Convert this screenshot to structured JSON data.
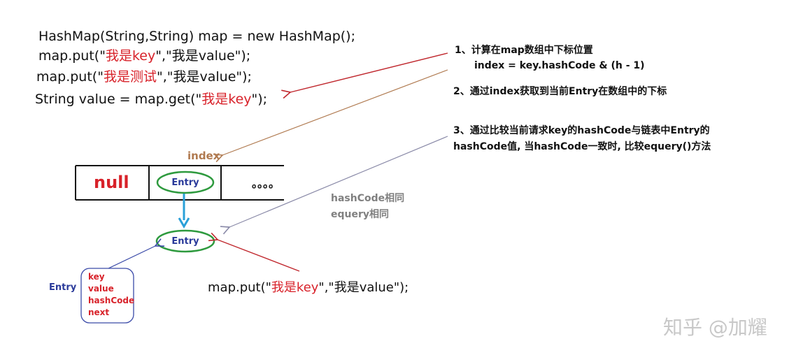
{
  "code": {
    "line1": "HashMap(String,String) map = new HashMap();",
    "line2": {
      "pre": "map.put(\"",
      "key": "我是key",
      "post": "\",\"我是value\");"
    },
    "line3": {
      "pre": "map.put(\"",
      "key": "我是测试",
      "post": "\",\"我是value\");"
    },
    "line4": {
      "pre": "String value = map.get(\"",
      "key": "我是key",
      "post": "\");"
    }
  },
  "notes": {
    "step1_title": "1、计算在map数组中下标位置",
    "step1_formula": "index = key.hashCode & (h - 1)",
    "step2": "2、通过index获取到当前Entry在数组中的下标",
    "step3_line1": "3、通过比较当前请求key的hashCode与链表中Entry的",
    "step3_line2": "hashCode值, 当hashCode一致时, 比较equery()方法"
  },
  "array": {
    "index_label": "index",
    "cell_null": "null",
    "cell_entry": "Entry",
    "cell_dots": "。。。。"
  },
  "chain": {
    "entry_label": "Entry",
    "match_line1": "hashCode相同",
    "match_line2": "equery相同"
  },
  "entry_struct": {
    "label": "Entry",
    "fields": [
      "key",
      "value",
      "hashCode",
      "next"
    ]
  },
  "bottom_code": {
    "pre": "map.put(\"",
    "key": "我是key",
    "post": "\",\"我是value\");"
  },
  "watermark": "知乎 @加耀",
  "colors": {
    "red_arrow": "#c0282e",
    "gray_arrow": "#8a8aa8",
    "brown_arrow": "#b07a50",
    "blue_arrow": "#2aa0d8",
    "green_ellipse": "#2e9a3e",
    "struct_border": "#3a4aa8"
  }
}
